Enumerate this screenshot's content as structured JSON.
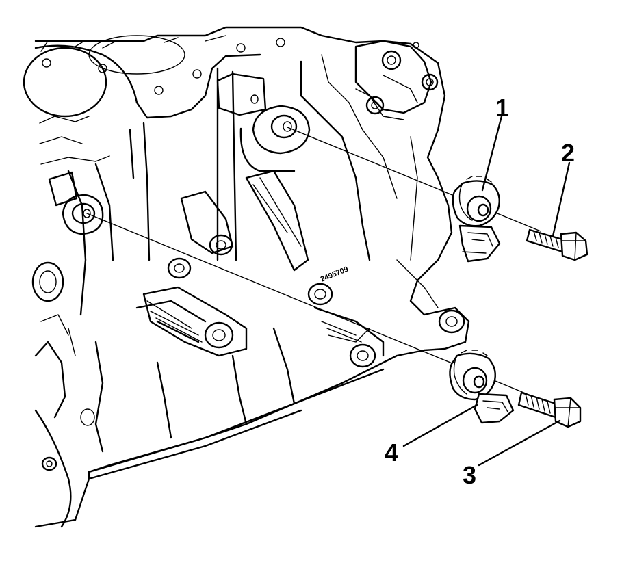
{
  "callouts": {
    "c1": "1",
    "c2": "2",
    "c3": "3",
    "c4": "4"
  },
  "stamp_text": "2495709"
}
